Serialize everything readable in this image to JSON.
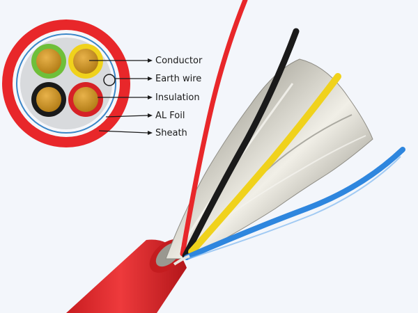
{
  "diagram": {
    "labels": {
      "conductor": "Conductor",
      "earth_wire": "Earth wire",
      "insulation": "Insulation",
      "al_foil": "AL Foil",
      "sheath": "Sheath"
    },
    "colors": {
      "sheath": "#e8272a",
      "background": "#f3f6fb",
      "copper": "#c9921f",
      "insulation_green": "#6fbf3a",
      "insulation_yellow": "#f0d21c",
      "insulation_black": "#1a1a1a",
      "insulation_red": "#d62126",
      "blue_wire": "#2e86de",
      "foil": "#c9cbc8"
    }
  }
}
